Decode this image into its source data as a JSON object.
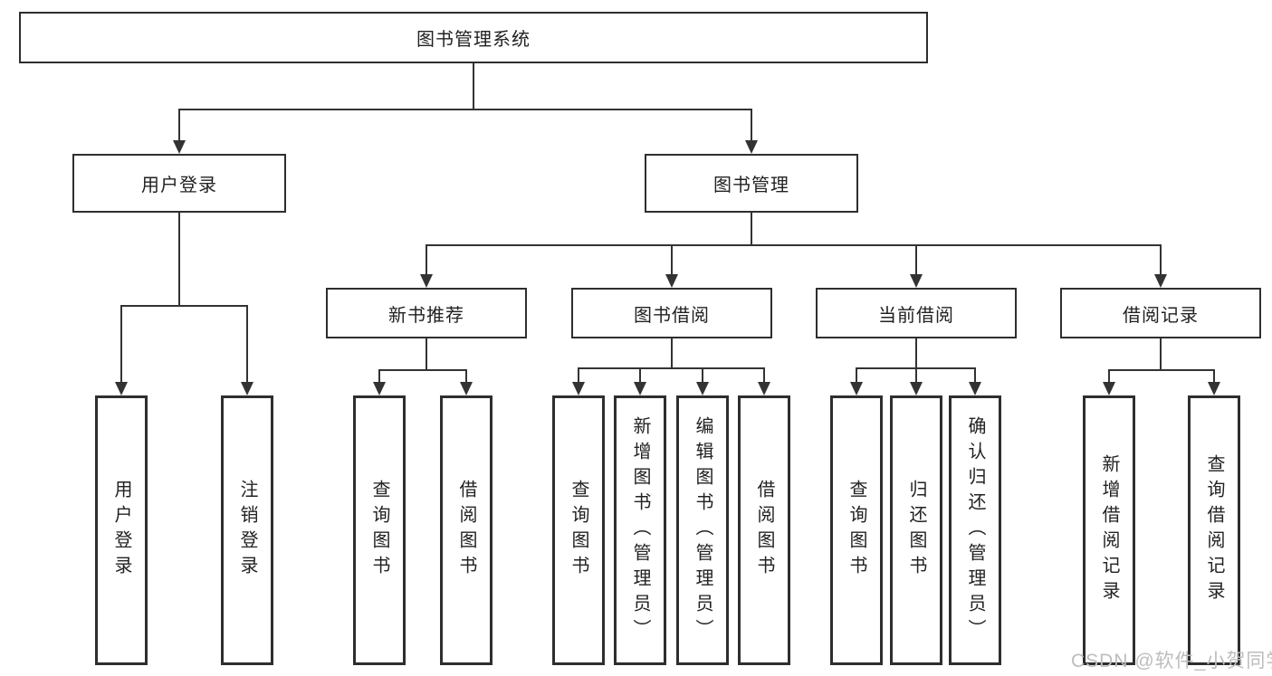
{
  "diagram": {
    "title": "图书管理系统",
    "type": "hierarchy-tree",
    "colors": {
      "line": "#333333",
      "box_border": "#2e2e2e",
      "box_fill": "#ffffff",
      "text": "#222222",
      "watermark": "#bdbdbd",
      "background": "#ffffff"
    },
    "nodes": {
      "root": "图书管理系统",
      "user_login": "用户登录",
      "book_management": "图书管理",
      "new_book_recommend": "新书推荐",
      "book_borrowing": "图书借阅",
      "current_borrowing": "当前借阅",
      "borrowing_records": "借阅记录"
    },
    "leaves": {
      "login": "用户登录",
      "logout": "注销登录",
      "rec_query_books": "查询图书",
      "rec_borrow_books": "借阅图书",
      "bb_query_books": "查询图书",
      "bb_add_books": "新增图书（管理员）",
      "bb_edit_books": "编辑图书（管理员）",
      "bb_borrow_books": "借阅图书",
      "cb_query_books": "查询图书",
      "cb_return_books": "归还图书",
      "cb_confirm_return": "确认归还（管理员）",
      "br_add_record": "新增借阅记录",
      "br_query_record": "查询借阅记录"
    },
    "edges": [
      "图书管理系统 → 用户登录",
      "图书管理系统 → 图书管理",
      "用户登录 → 用户登录",
      "用户登录 → 注销登录",
      "图书管理 → 新书推荐",
      "图书管理 → 图书借阅",
      "图书管理 → 当前借阅",
      "图书管理 → 借阅记录",
      "新书推荐 → 查询图书",
      "新书推荐 → 借阅图书",
      "图书借阅 → 查询图书",
      "图书借阅 → 新增图书（管理员）",
      "图书借阅 → 编辑图书（管理员）",
      "图书借阅 → 借阅图书",
      "当前借阅 → 查询图书",
      "当前借阅 → 归还图书",
      "当前借阅 → 确认归还（管理员）",
      "借阅记录 → 新增借阅记录",
      "借阅记录 → 查询借阅记录"
    ]
  },
  "watermark": {
    "text": "CSDN @软件_小贺同学"
  }
}
